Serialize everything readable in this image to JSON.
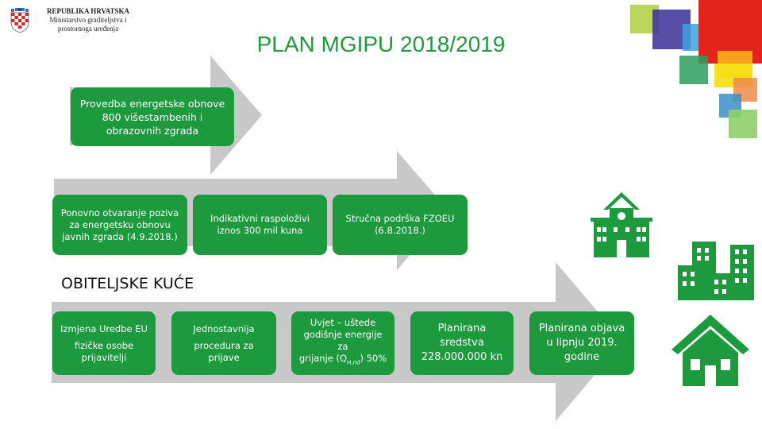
{
  "header": {
    "country": "REPUBLIKA HRVATSKA",
    "ministry_line1": "Ministarstvo graditeljstva i",
    "ministry_line2": "prostornoga uređenja",
    "title": "PLAN MGIPU 2018/2019"
  },
  "top_box": {
    "text_l1": "Provedba energetske obnove",
    "text_l2": "800 višestambenih i",
    "text_l3": "obrazovnih zgrada"
  },
  "public_row": [
    {
      "l1": "Ponovno otvaranje poziva",
      "l2": "za energetsku obnovu",
      "l3": "javnih zgrada (4.9.2018.)"
    },
    {
      "l1": "Indikativni raspoloživi",
      "l2": "iznos 300 mil kuna"
    },
    {
      "l1": "Stručna podrška FZOEU",
      "l2": "(6.8.2018.)"
    }
  ],
  "section_title": "OBITELJSKE KUĆE",
  "family_row": [
    {
      "l1": "Izmjena Uredbe EU",
      "l2": "fizičke osobe",
      "l3": "prijavitelji"
    },
    {
      "l1": "Jednostavnija",
      "l2": "procedura za",
      "l3": "prijave"
    },
    {
      "l1": "Uvjet – uštede",
      "l2": "godišnje energije za",
      "l3_prefix": "grijanje (Q",
      "l3_sub": "H,nd",
      "l3_suffix": ") 50%"
    },
    {
      "l1": "Planirana",
      "l2": "sredstva",
      "l3": "228.000.000 kn"
    },
    {
      "l1": "Planirana objava",
      "l2": "u lipnju 2019.",
      "l3": "godine"
    }
  ],
  "icons": {
    "school": "school-building-icon",
    "apartments": "apartment-buildings-icon",
    "house": "house-icon",
    "coat_of_arms": "croatian-coat-of-arms-icon"
  },
  "colors": {
    "green": "#1d9a3d",
    "arrow_gray": "#c8c8c8",
    "title_green": "#1f9a3a"
  }
}
